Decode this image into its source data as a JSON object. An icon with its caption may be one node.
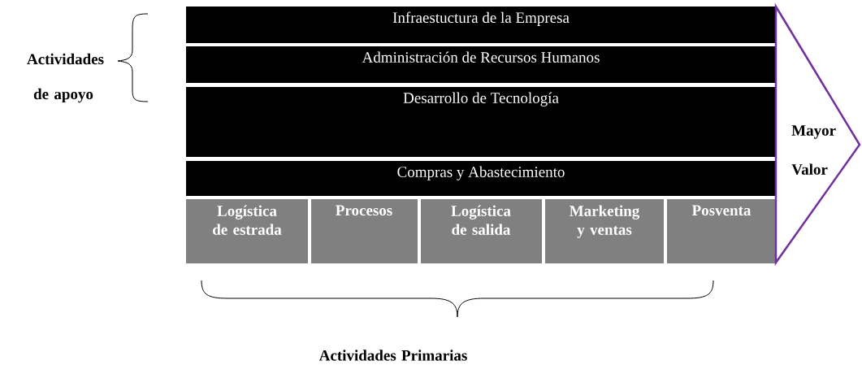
{
  "diagram": {
    "nodes": [
      {
        "text": [
          "Infraestuctura de la Empresa"
        ]
      },
      {
        "text": [
          "Administración de Recursos Humanos"
        ]
      },
      {
        "text": [
          "Desarrollo de Tecnología"
        ]
      },
      {
        "text": [
          "Compras y Abastecimiento"
        ]
      },
      {
        "text": [
          "Logística de estrada"
        ]
      },
      {
        "text": [
          "Procesos"
        ]
      },
      {
        "text": [
          "Logística de salida"
        ]
      },
      {
        "text": [
          "Marketing y ventas"
        ]
      },
      {
        "text": [
          "Posventa"
        ]
      },
      {
        "text": [
          "Mayor Valor"
        ]
      }
    ],
    "labels": [
      "Actividades de apoyo",
      "Actividades Primarias"
    ]
  }
}
